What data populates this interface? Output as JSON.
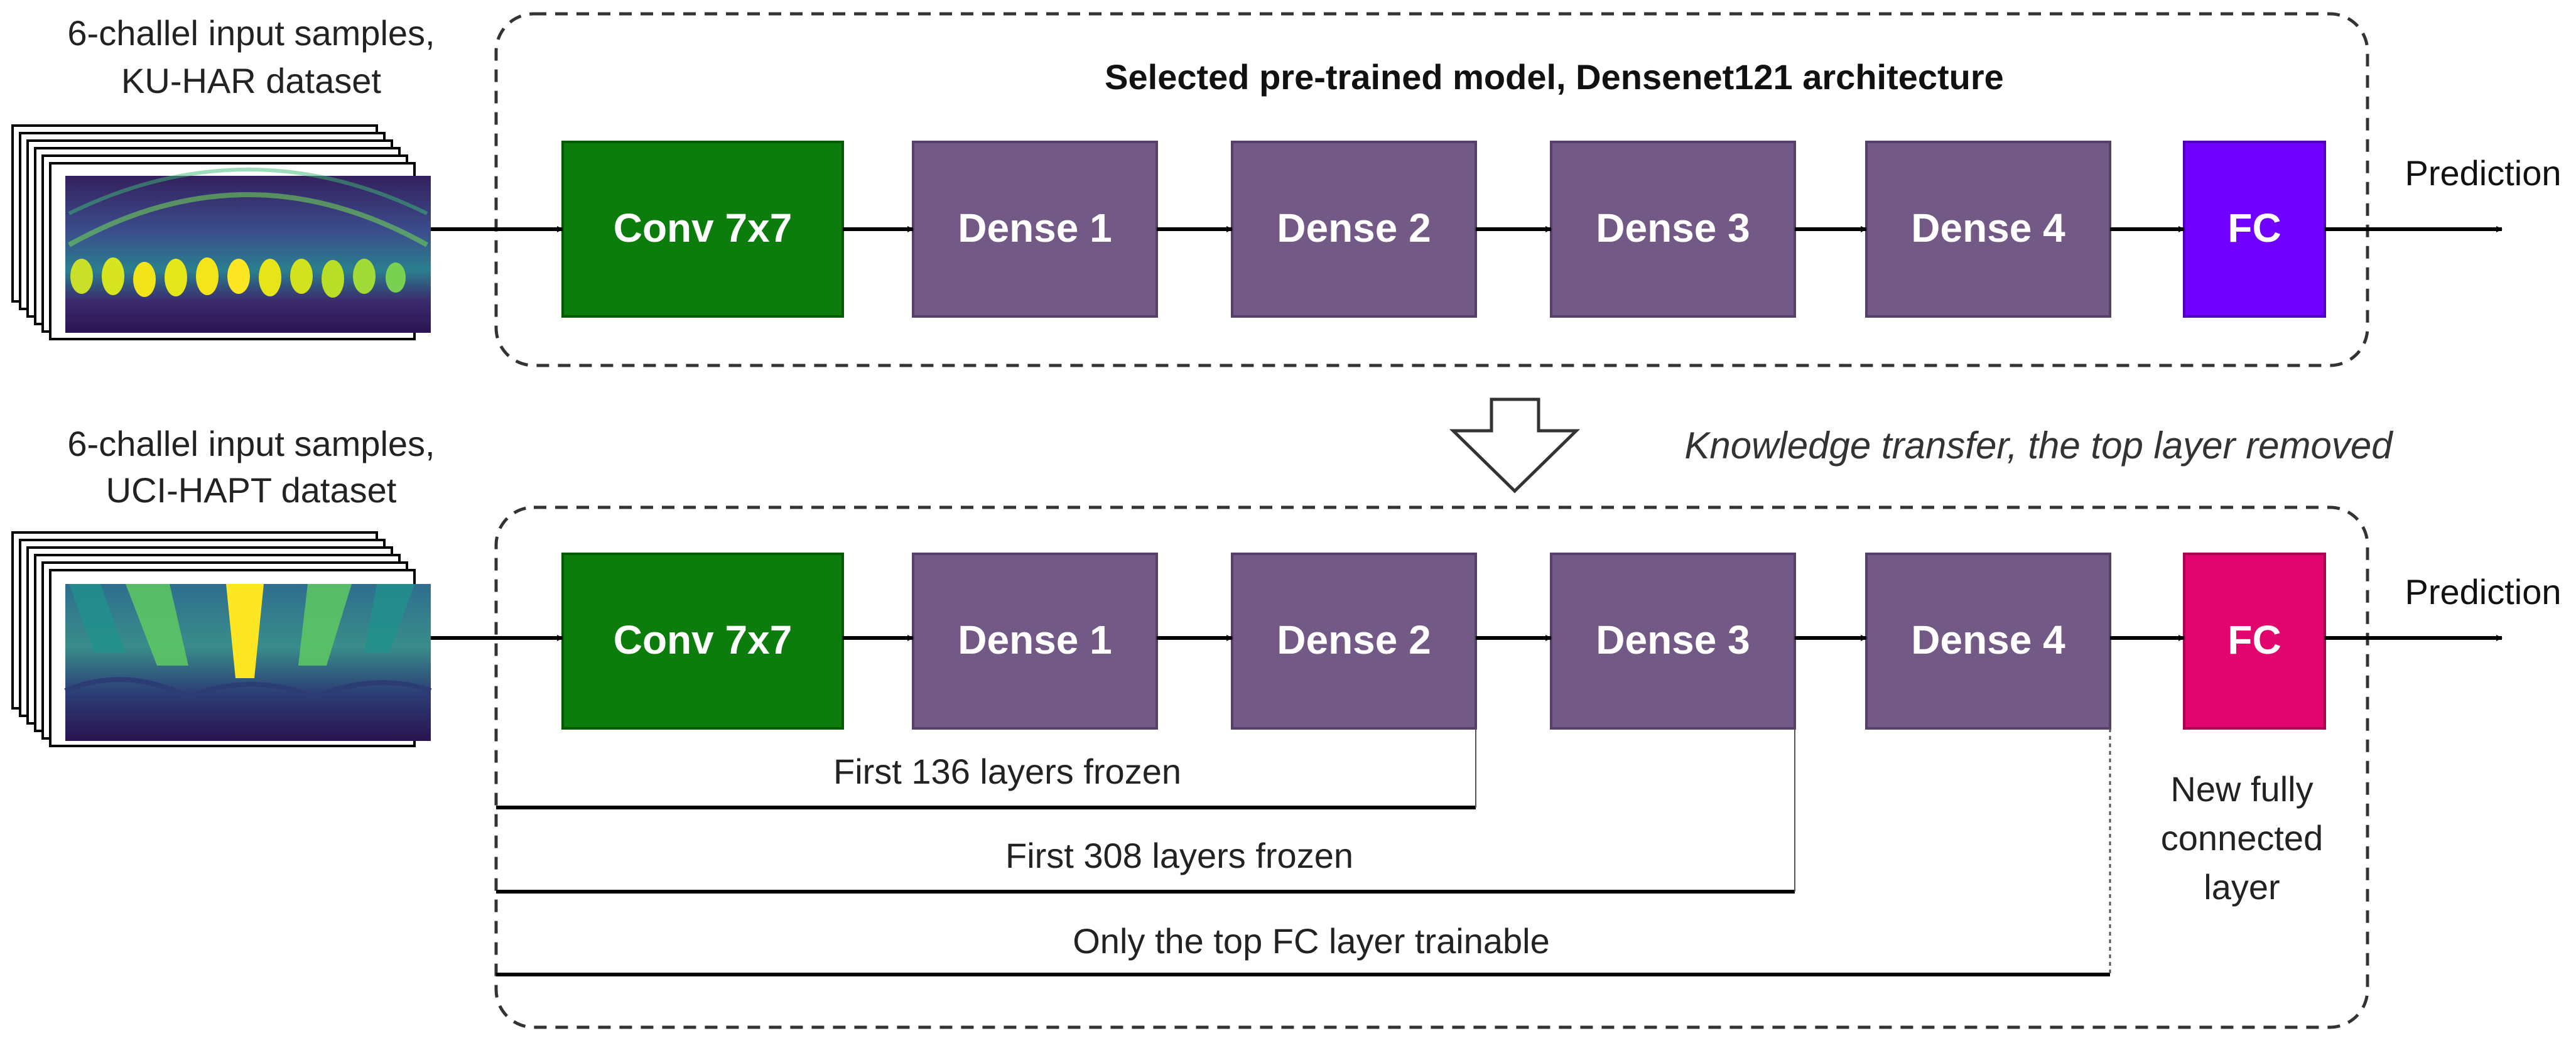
{
  "top": {
    "input_label_1": "6-challel input samples,",
    "input_label_2": "KU-HAR dataset",
    "title": "Selected pre-trained model, Densenet121 architecture",
    "prediction": "Prediction"
  },
  "blocks": {
    "conv": "Conv 7x7",
    "dense1": "Dense 1",
    "dense2": "Dense 2",
    "dense3": "Dense 3",
    "dense4": "Dense 4",
    "fc": "FC"
  },
  "transfer": {
    "label": "Knowledge transfer, the top layer removed"
  },
  "bottom": {
    "input_label_1": "6-challel input samples,",
    "input_label_2": "UCI-HAPT dataset",
    "prediction": "Prediction",
    "new_fc_1": "New fully",
    "new_fc_2": "connected",
    "new_fc_3": "layer"
  },
  "freeze": {
    "first136": "First 136 layers frozen",
    "first308": "First 308 layers frozen",
    "only_top": "Only the top FC layer trainable"
  },
  "colors": {
    "conv": "#0c7d0c",
    "dense": "#735a86",
    "fc_top": "#7000ff",
    "fc_bottom": "#e0066e"
  }
}
